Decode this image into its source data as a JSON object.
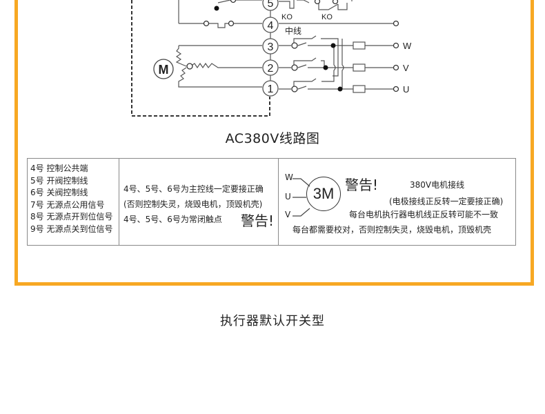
{
  "diagram": {
    "title": "AC380V线路图",
    "terminals": [
      "5",
      "4",
      "3",
      "2",
      "1"
    ],
    "labels": {
      "ko_left": "KO",
      "ko_right": "KO",
      "neutral": "中线",
      "motor": "M",
      "phase_w": "W",
      "phase_v": "V",
      "phase_u": "U"
    }
  },
  "legend_table": {
    "pin_descriptions": [
      "4号 控制公共端",
      "5号 开阀控制线",
      "6号 关阀控制线",
      "7号 无源点公用信号",
      "8号 无源点开到位信号",
      "9号 无源点关到位信号"
    ],
    "control_note": {
      "line1": "4号、5号、6号为主控线一定要接正确",
      "line2": "(否则控制失灵，烧毁电机，顶毁机壳)",
      "line3": "4号、5号、6号为常闭触点",
      "warning": "警告!"
    },
    "motor_note": {
      "motor_label": "3M",
      "phases": [
        "W",
        "U",
        "V"
      ],
      "warning": "警告!",
      "heading": "380V电机接线",
      "line1": "(电极接线正反转一定要接正确)",
      "line2": "每台电机执行器电机线正反转可能不一致",
      "line3": "每台都需要校对，否则控制失灵，烧毁电机，顶毁机壳"
    }
  },
  "caption": "执行器默认开关型",
  "colors": {
    "frame_border": "#F7A823",
    "line": "#555555",
    "text": "#222222"
  }
}
